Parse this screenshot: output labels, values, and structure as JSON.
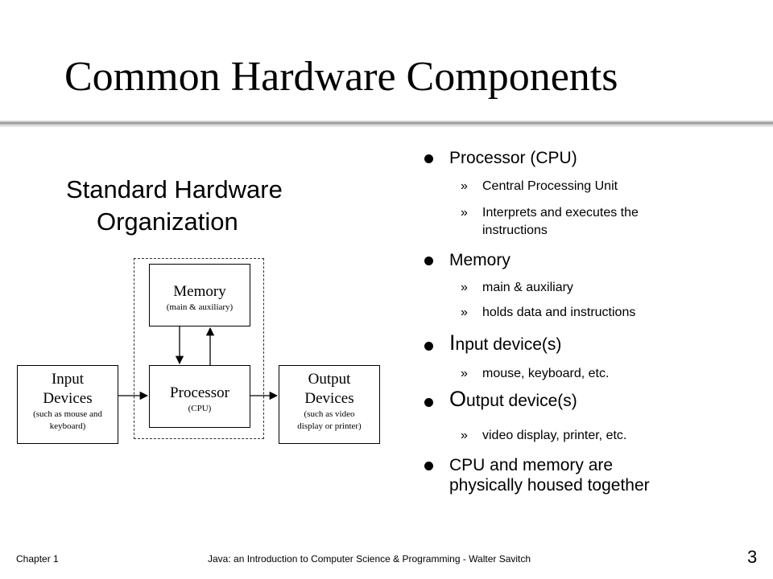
{
  "slide": {
    "title": "Common Hardware Components",
    "subtitle_line1": "Standard Hardware",
    "subtitle_line2": "Organization"
  },
  "diagram": {
    "memory": {
      "label": "Memory",
      "sub": "(main & auxiliary)"
    },
    "processor": {
      "label": "Processor",
      "sub": "(CPU)"
    },
    "input": {
      "label_line1": "Input",
      "label_line2": "Devices",
      "sub_line1": "(such as mouse and",
      "sub_line2": "keyboard)"
    },
    "output": {
      "label_line1": "Output",
      "label_line2": "Devices",
      "sub_line1": "(such as video",
      "sub_line2": "display or printer)"
    }
  },
  "bullets": [
    {
      "text": "Processor (CPU)",
      "subs": [
        "Central Processing Unit",
        "Interprets and executes the",
        "instructions"
      ]
    },
    {
      "text": "Memory",
      "subs": [
        "main & auxiliary",
        "holds data and instructions"
      ]
    },
    {
      "initial": "I",
      "rest": "nput device(s)",
      "subs": [
        "mouse, keyboard, etc."
      ]
    },
    {
      "initial": "O",
      "rest": "utput device(s)",
      "subs": [
        "video display, printer, etc."
      ]
    },
    {
      "text_line1": "CPU and memory are",
      "text_line2": "physically housed together"
    }
  ],
  "sub_marker": "»",
  "footer": {
    "chapter": "Chapter 1",
    "book": "Java: an Introduction to Computer Science & Programming - Walter Savitch",
    "page": "3"
  }
}
